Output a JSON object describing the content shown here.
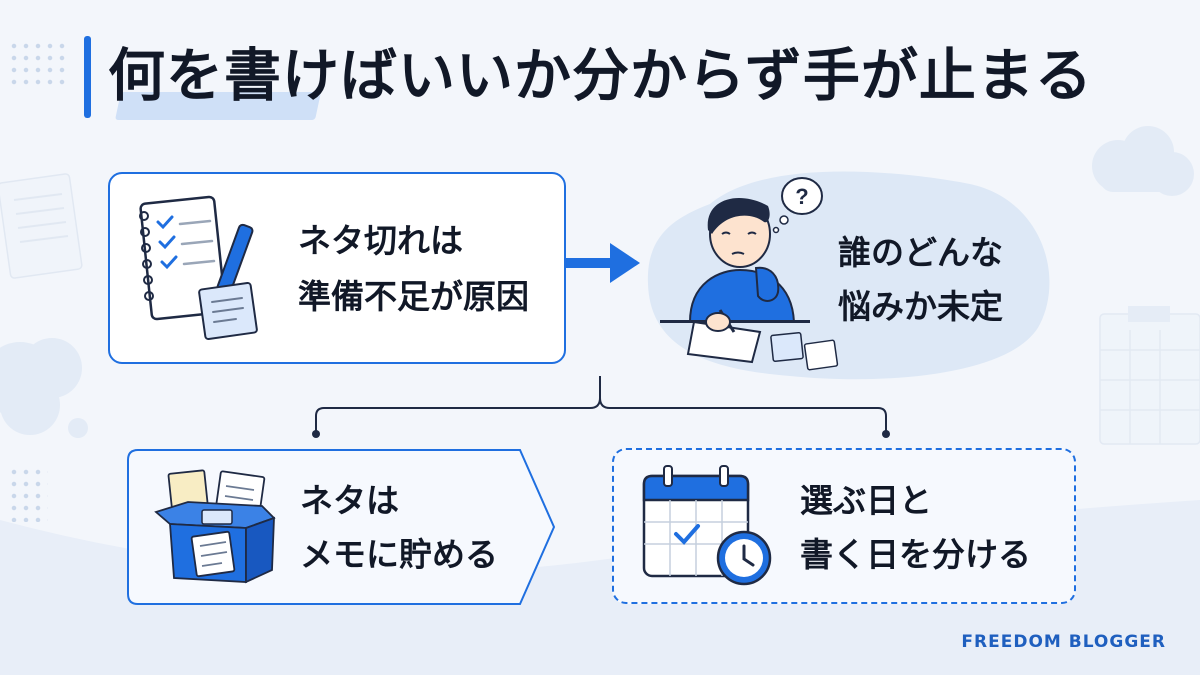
{
  "title": "何を書けばいいか分からず手が止まる",
  "cards": {
    "cause": {
      "line1": "ネタ切れは",
      "line2": "準備不足が原因"
    },
    "undecided": {
      "line1": "誰のどんな",
      "line2": "悩みか未定"
    },
    "memo": {
      "line1": "ネタは",
      "line2": "メモに貯める"
    },
    "schedule": {
      "line1": "選ぶ日と",
      "line2": "書く日を分ける"
    }
  },
  "thought_bubble": "?",
  "brand": "FREEDOM BLOGGER",
  "colors": {
    "accent": "#1f6fe0",
    "background": "#f3f6fb",
    "blob": "#dde8f6",
    "text": "#111827"
  },
  "icons": [
    "notebook-icon",
    "pen-icon",
    "sticky-note-icon",
    "worried-person-icon",
    "memo-box-icon",
    "calendar-icon",
    "clock-icon",
    "arrow-right-icon"
  ]
}
